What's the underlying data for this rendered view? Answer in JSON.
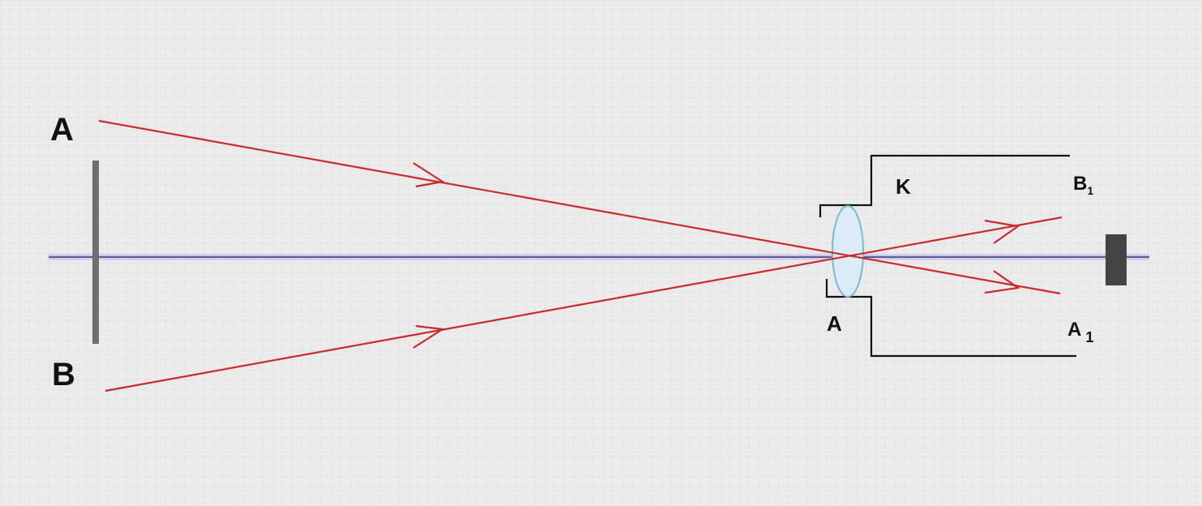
{
  "labels": {
    "object_top": "A",
    "object_bottom": "B",
    "aperture": "A",
    "camera": "K",
    "image_top_letter": "B",
    "image_top_subscript": "1",
    "image_bottom_letter": "A",
    "image_bottom_subscript": "1"
  },
  "colors": {
    "background": "#ebebeb",
    "grid": "#dadada",
    "axis": "#3a3a6e",
    "axis_glow": "#c9c9ee",
    "ray": "#cc2a2a",
    "camera_box": "#111111",
    "lens_stroke": "#7fb6d6",
    "lens_fill": "#dcecf6",
    "object": "#6e6e6e",
    "screen": "#444444"
  },
  "icons": {
    "object": "object-bar-icon",
    "lens": "lens-icon",
    "screen": "screen-icon"
  }
}
